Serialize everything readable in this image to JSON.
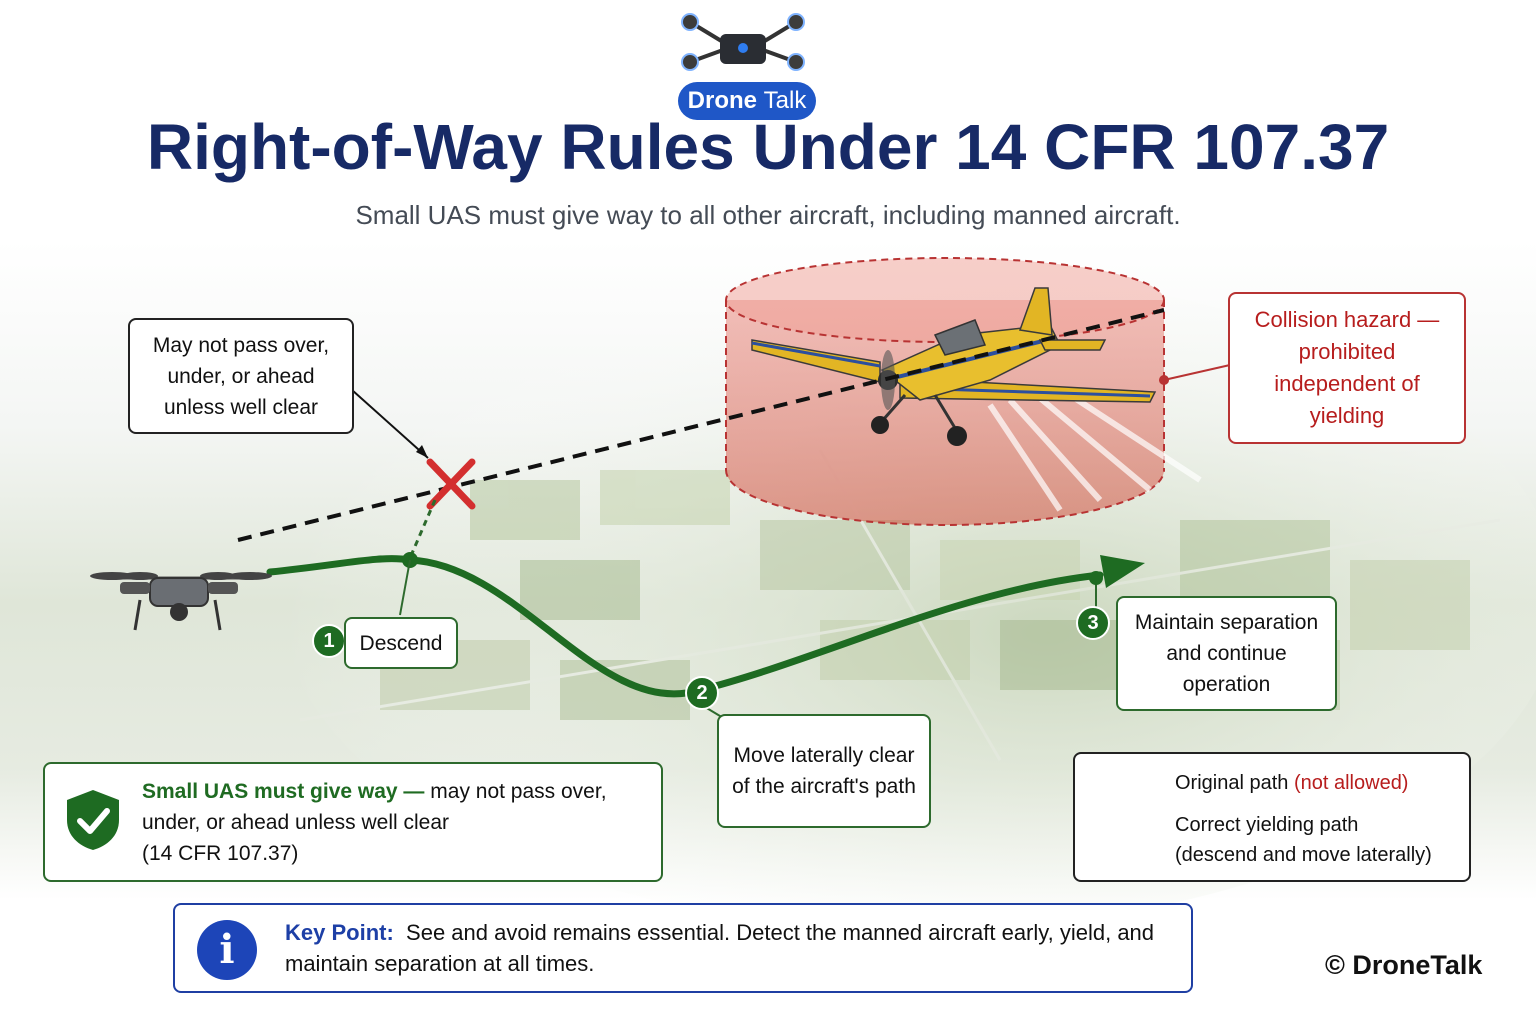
{
  "brand": {
    "logo_word1": "Drone",
    "logo_word2": "Talk"
  },
  "header": {
    "title": "Right-of-Way Rules Under 14 CFR 107.37",
    "subtitle": "Small UAS must give way to all other aircraft, including manned aircraft."
  },
  "callouts": {
    "prohibited": "May not pass over, under, or ahead unless well clear",
    "hazard": "Collision hazard — prohibited independent of yielding"
  },
  "steps": [
    {
      "number": "1",
      "label": "Descend"
    },
    {
      "number": "2",
      "label": "Move laterally clear of the aircraft's path"
    },
    {
      "number": "3",
      "label": "Maintain separation and continue operation"
    }
  ],
  "rule": {
    "emphasis": "Small UAS must give way —",
    "text": " may not pass over, under, or ahead unless well clear",
    "citation": "(14 CFR 107.37)"
  },
  "legend": {
    "original_label": "Original path",
    "original_note": "(not allowed)",
    "correct_label": "Correct yielding path",
    "correct_note": "(descend and move laterally)"
  },
  "key_point": {
    "icon": "info-icon",
    "label": "Key Point:",
    "text": "See and avoid remains essential. Detect the manned aircraft early, yield, and maintain separation at all times."
  },
  "copyright": "© DroneTalk",
  "colors": {
    "title": "#172a66",
    "path_green": "#1e6b22",
    "hazard_red": "#b71d1d",
    "accent_blue": "#1d45b8"
  }
}
